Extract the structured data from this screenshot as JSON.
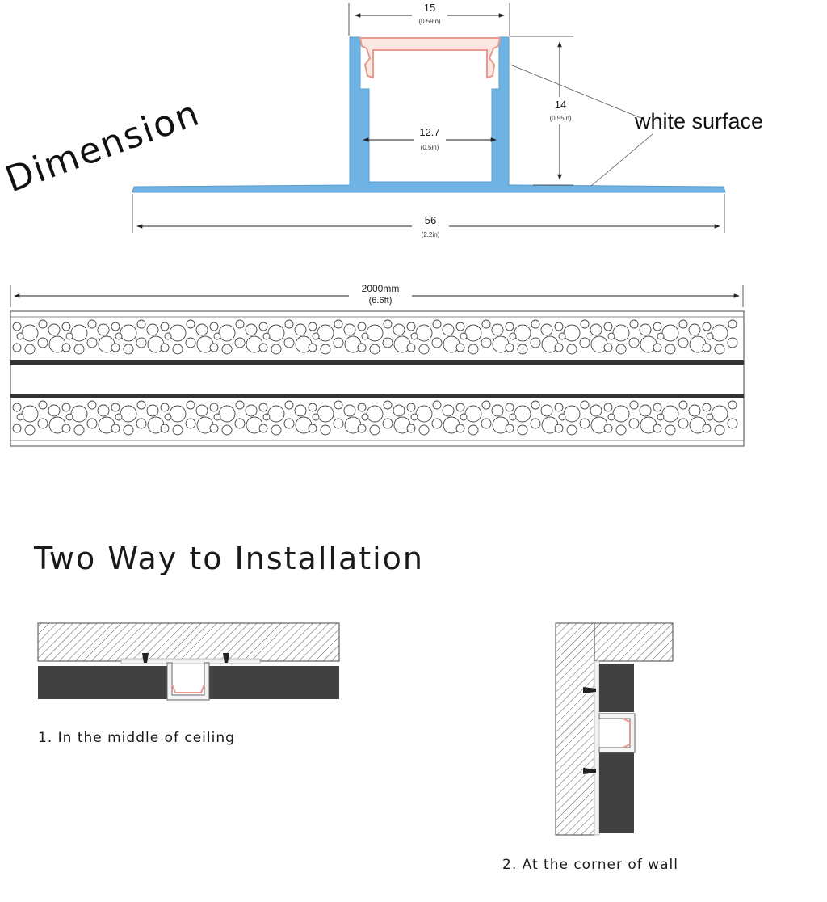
{
  "dimension_title": "Dimension",
  "callout": "white surface",
  "profile": {
    "top_width": {
      "value": "15",
      "sub": "(0.59in)"
    },
    "inner_width": {
      "value": "12.7",
      "sub": "(0.5in)"
    },
    "height": {
      "value": "14",
      "sub": "(0.55in)"
    },
    "total_width": {
      "value": "56",
      "sub": "(2.2in)"
    },
    "profile_color": "#6fb3e4",
    "diffuser_color": "#e79a8e"
  },
  "length": {
    "value": "2000mm",
    "sub": "(6.6ft)"
  },
  "install_title": "Two Way to Installation",
  "methods": [
    {
      "label": "1. In the middle of ceiling"
    },
    {
      "label": "2. At the corner of wall"
    }
  ]
}
